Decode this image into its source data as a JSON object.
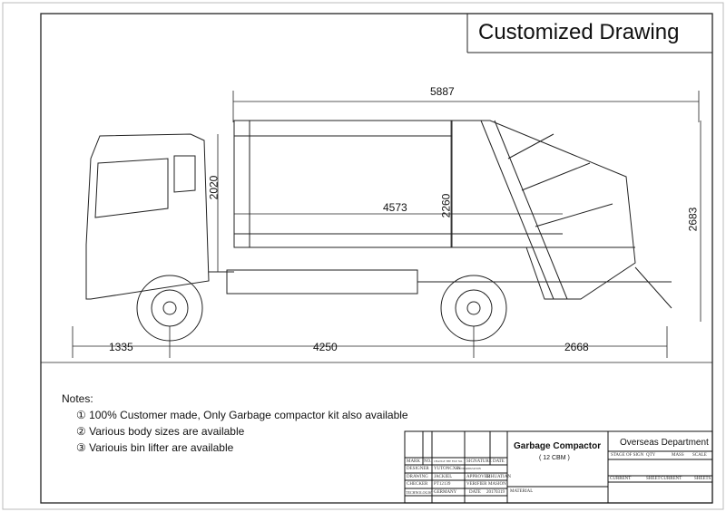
{
  "title": "Customized Drawing",
  "dimensions": {
    "overall_body_length": "5887",
    "body_length": "4573",
    "body_height": "2260",
    "cab_height": "2020",
    "overall_height": "2683",
    "front_overhang": "1335",
    "wheelbase": "4250",
    "rear_overhang": "2668"
  },
  "notes": {
    "heading": "Notes:",
    "items": [
      "① 100% Customer made, Only Garbage compactor kit also available",
      "② Various body sizes are available",
      "③ Variouis bin lifter are available"
    ]
  },
  "title_block": {
    "product": "Garbage Compactor",
    "capacity": "( 12 CBM )",
    "department": "Overseas Department",
    "material_label": "MATERIAL",
    "header_cols": [
      "MARK",
      "NO.",
      "CHANGE THE FILE NO.",
      "SIGNATURE",
      "DATE"
    ],
    "rows": [
      [
        "DESIGNER",
        "YUTONCXIN",
        "STANDARDIZATION",
        ""
      ],
      [
        "DRAWING",
        "JACKIEL",
        "APPROVER",
        "LIHUATIAN"
      ],
      [
        "CHECKER",
        "PT12139",
        "VERIFIER",
        "MASION"
      ],
      [
        "TECHNOLOGIST",
        "GERMANY",
        "DATE",
        "20170319"
      ]
    ],
    "stage_cols": [
      "STAGE OF SIGN",
      "QTY",
      "MASS",
      "SCALE"
    ],
    "sheet_labels": [
      "CURRENT",
      "SHEET",
      "CURRENT",
      "SHEETS"
    ]
  }
}
